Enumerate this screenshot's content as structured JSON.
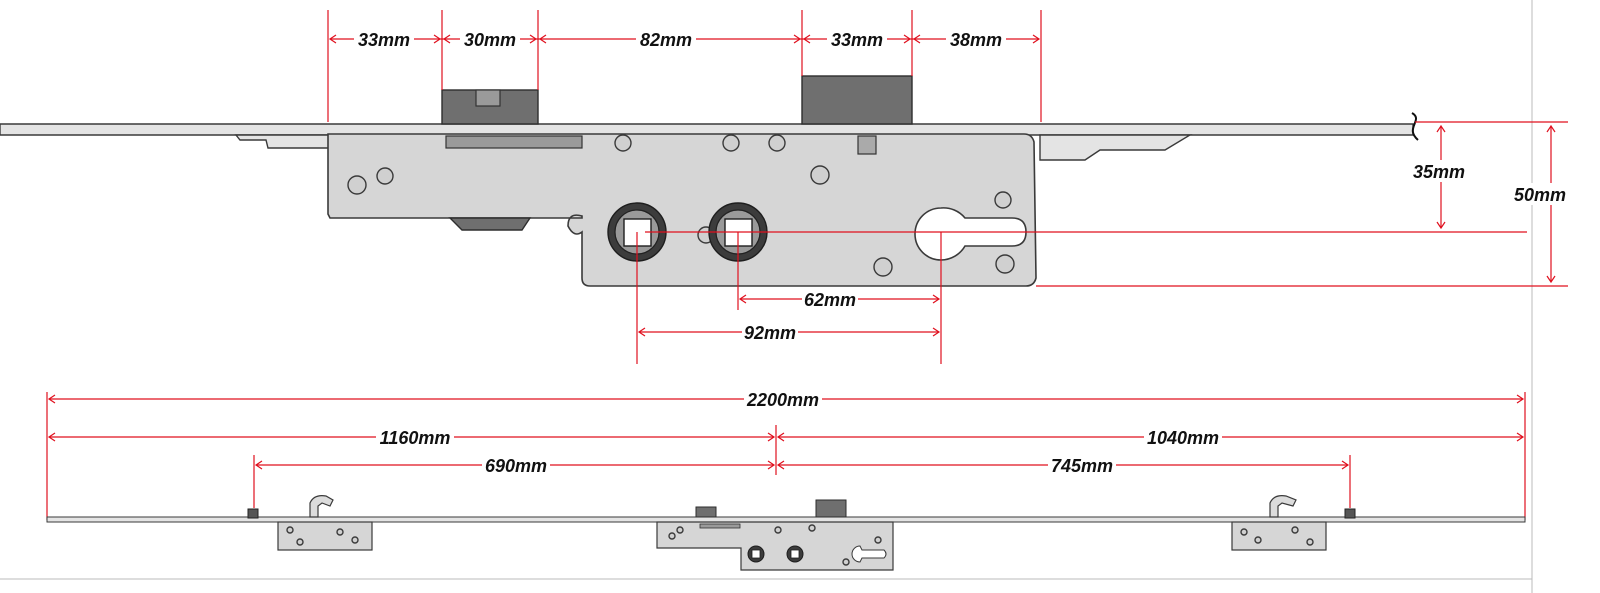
{
  "colors": {
    "dimension_line": "#e0101e",
    "lock_body": "#d6d6d6",
    "outline": "#3a3a3a",
    "bolt": "#6f6f6f"
  },
  "labels": {
    "top": {
      "hook_to_end": "33mm",
      "deadbolt_width": "30mm",
      "deadbolt_to_latch": "82mm",
      "latch_width": "33mm",
      "latch_to_end": "38mm"
    },
    "side": {
      "backset": "35mm",
      "faceplate_width": "50mm"
    },
    "centres": {
      "follower_centre": "62mm",
      "spindle_centre": "92mm"
    },
    "overall": {
      "total_length": "2200mm",
      "left_section": "1160mm",
      "right_section": "1040mm",
      "left_roller": "690mm",
      "right_roller": "745mm"
    }
  }
}
